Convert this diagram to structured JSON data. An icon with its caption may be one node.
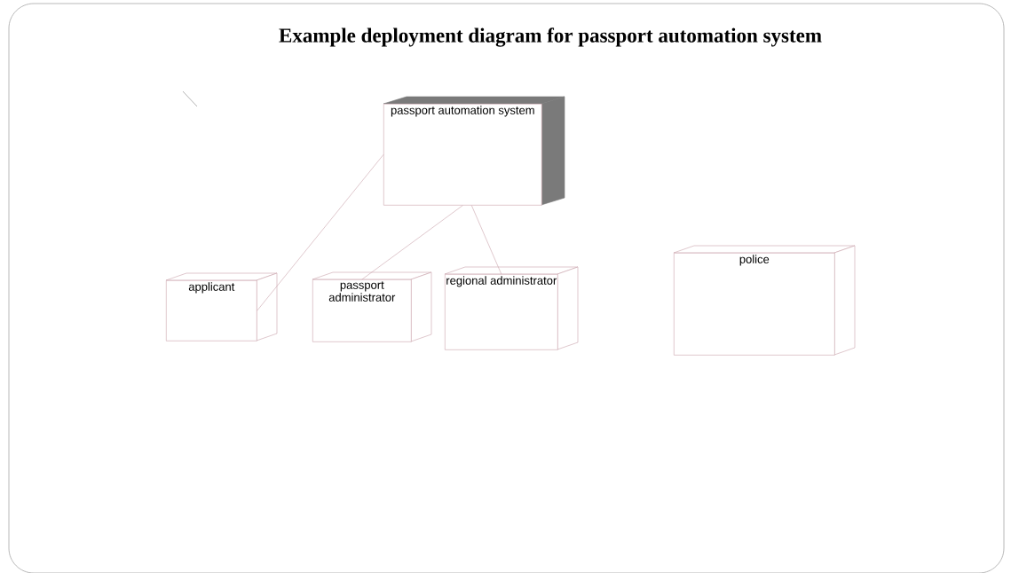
{
  "diagram": {
    "title": "Example deployment diagram for passport automation system",
    "nodes": [
      {
        "text": [
          "passport automation system"
        ]
      },
      {
        "text": [
          "applicant"
        ]
      },
      {
        "text": [
          "passport administrator"
        ]
      },
      {
        "text": [
          "regional administrator"
        ]
      },
      {
        "text": [
          "police"
        ]
      }
    ],
    "edges": [
      {
        "from": 0,
        "to": 1,
        "arrow": "none"
      },
      {
        "from": 0,
        "to": 2,
        "arrow": "none"
      },
      {
        "from": 0,
        "to": 3,
        "arrow": "none"
      }
    ]
  }
}
